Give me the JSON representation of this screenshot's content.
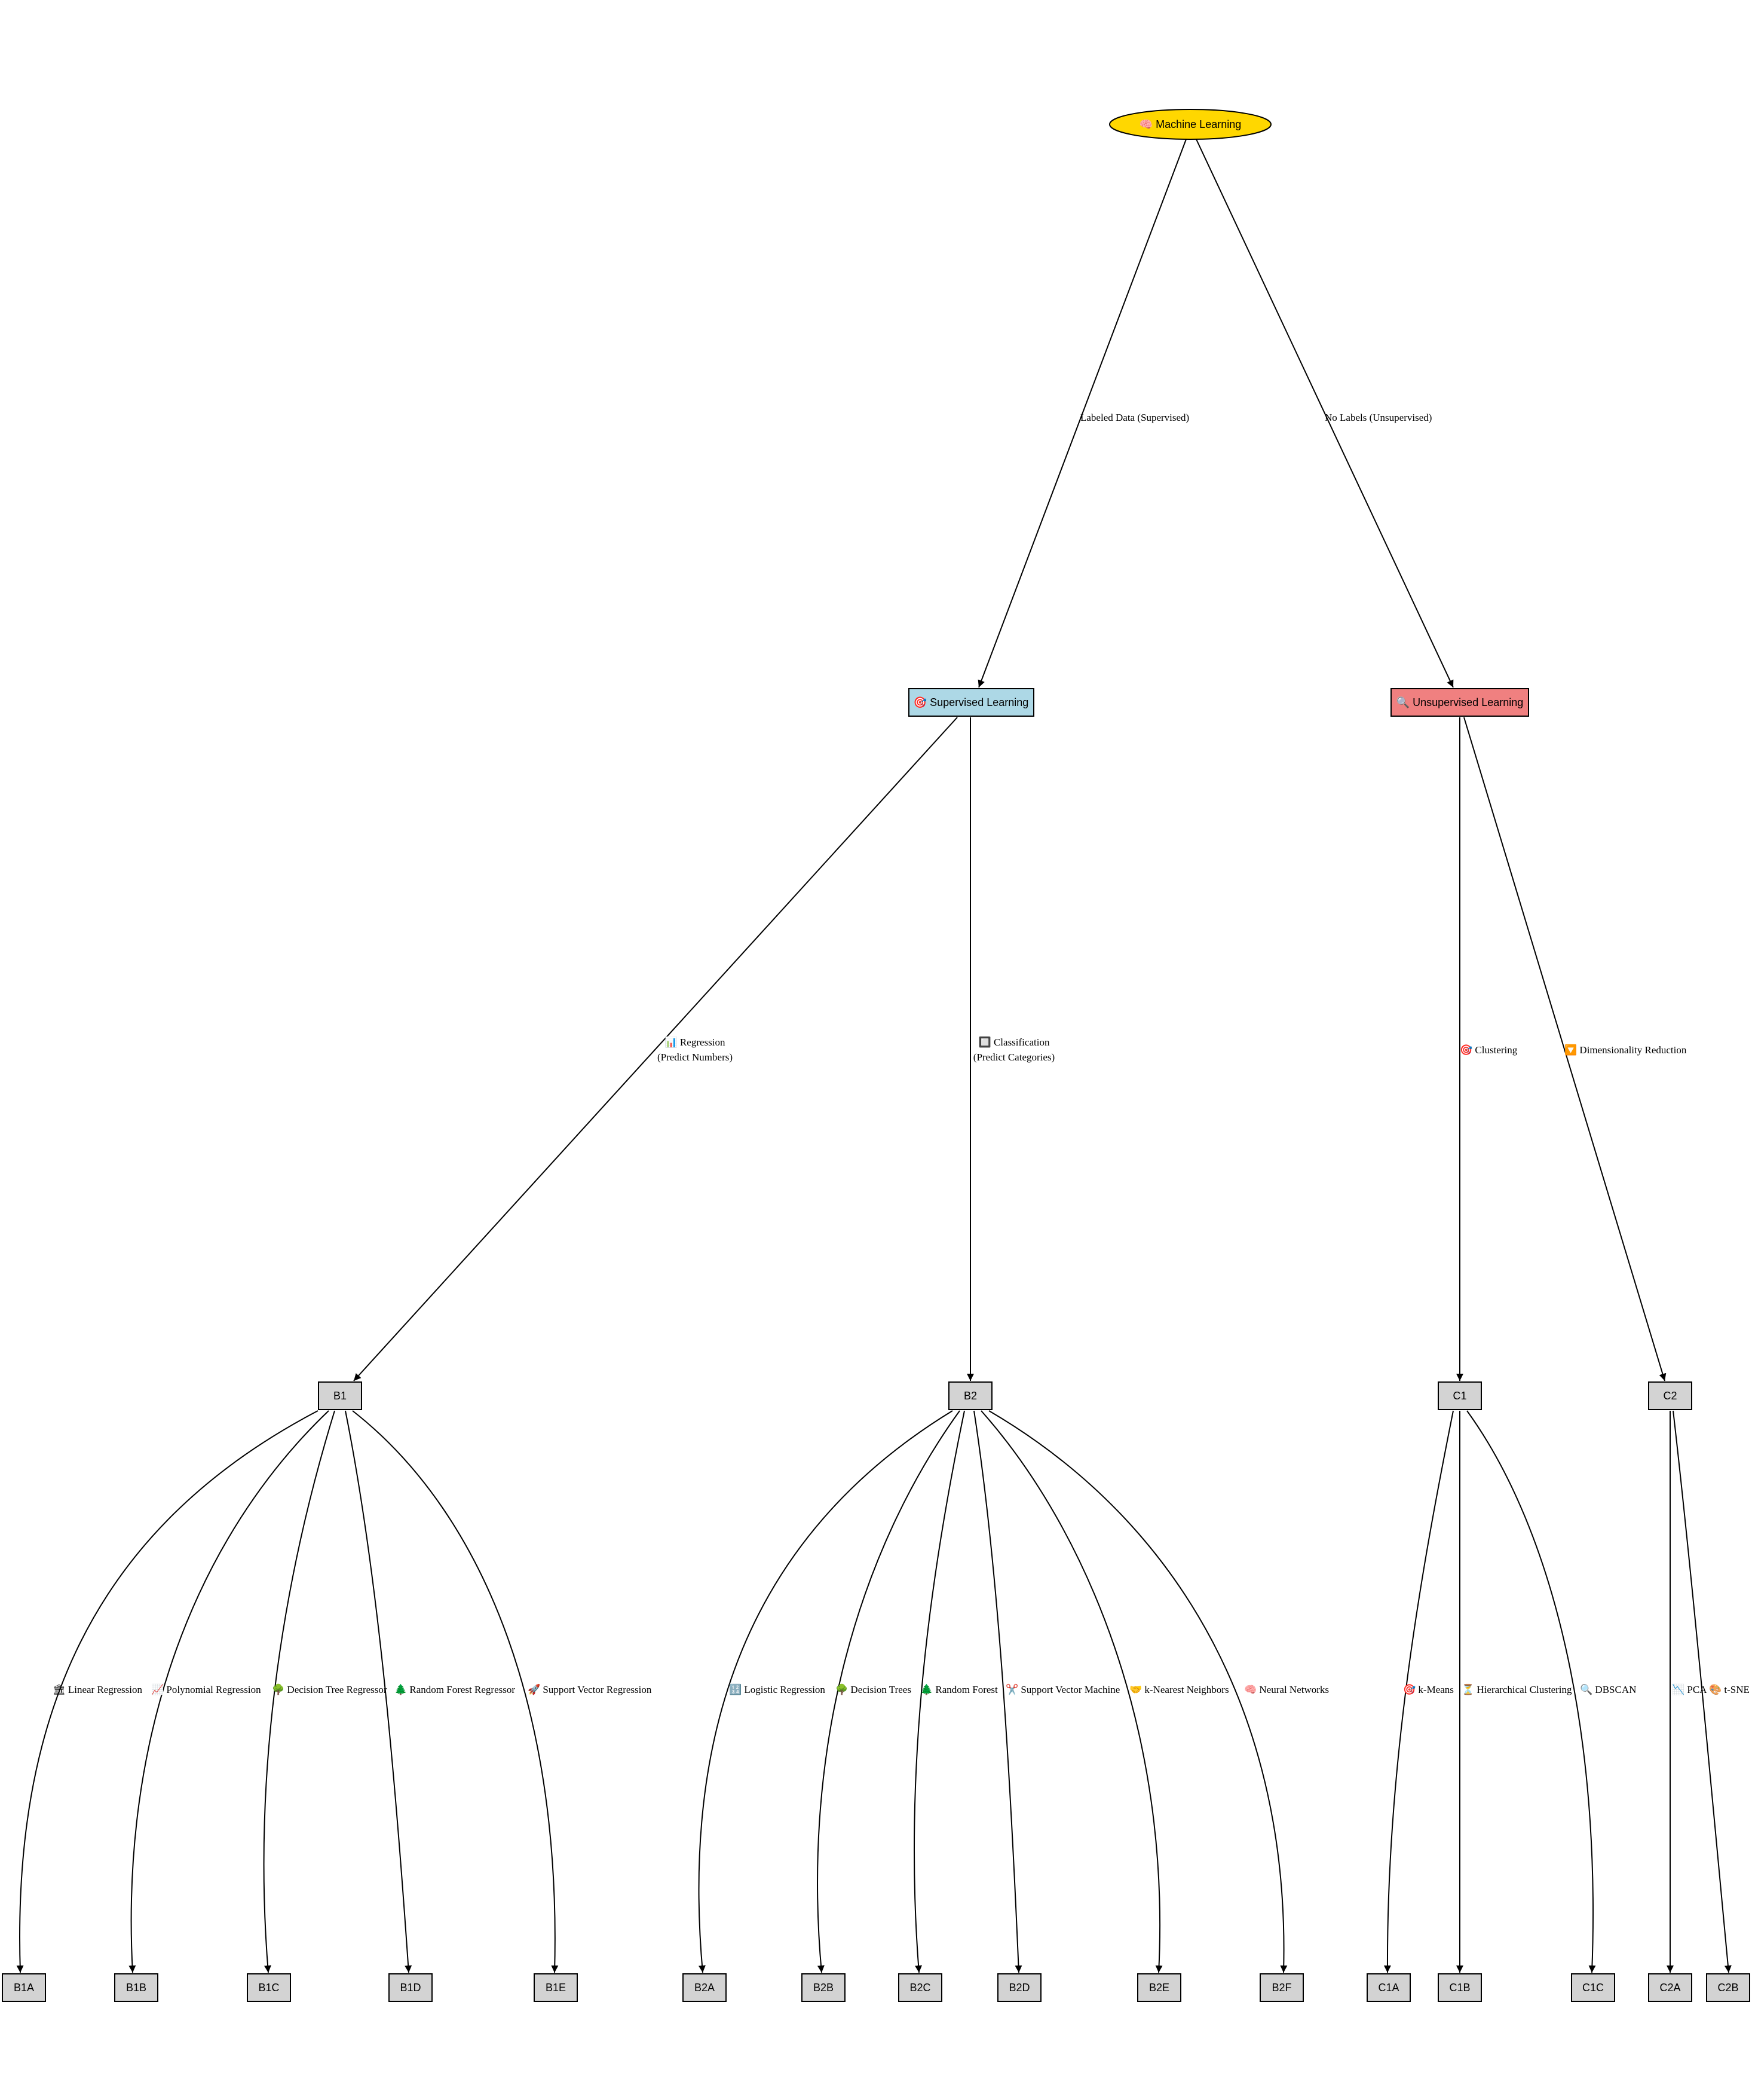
{
  "colors": {
    "root_fill": "#FFD700",
    "supervised_fill": "#ADD8E6",
    "unsupervised_fill": "#F08080",
    "leaf_fill": "#D3D3D3",
    "stroke": "#000000"
  },
  "nodes": {
    "root": {
      "label": "🧠 Machine Learning",
      "icon": "brain-icon"
    },
    "supervised": {
      "label": "🎯 Supervised Learning",
      "icon": "target-icon"
    },
    "unsupervised": {
      "label": "🔍 Unsupervised Learning",
      "icon": "magnifier-icon"
    },
    "B1": {
      "label": "B1"
    },
    "B2": {
      "label": "B2"
    },
    "C1": {
      "label": "C1"
    },
    "C2": {
      "label": "C2"
    },
    "B1A": {
      "label": "B1A"
    },
    "B1B": {
      "label": "B1B"
    },
    "B1C": {
      "label": "B1C"
    },
    "B1D": {
      "label": "B1D"
    },
    "B1E": {
      "label": "B1E"
    },
    "B2A": {
      "label": "B2A"
    },
    "B2B": {
      "label": "B2B"
    },
    "B2C": {
      "label": "B2C"
    },
    "B2D": {
      "label": "B2D"
    },
    "B2E": {
      "label": "B2E"
    },
    "B2F": {
      "label": "B2F"
    },
    "C1A": {
      "label": "C1A"
    },
    "C1B": {
      "label": "C1B"
    },
    "C1C": {
      "label": "C1C"
    },
    "C2A": {
      "label": "C2A"
    },
    "C2B": {
      "label": "C2B"
    }
  },
  "edges": {
    "root_supervised": {
      "label": "Labeled Data (Supervised)"
    },
    "root_unsupervised": {
      "label": "No Labels (Unsupervised)"
    },
    "sup_B1": {
      "line1": "📊 Regression",
      "line2": "(Predict Numbers)"
    },
    "sup_B2": {
      "line1": "🔲 Classification",
      "line2": "(Predict Categories)"
    },
    "unsup_C1": {
      "label": "🎯 Clustering"
    },
    "unsup_C2": {
      "label": "🔽 Dimensionality Reduction"
    },
    "B1_B1A": {
      "label": "🏛 Linear Regression"
    },
    "B1_B1B": {
      "label": "📈 Polynomial Regression"
    },
    "B1_B1C": {
      "label": "🌳 Decision Tree Regressor"
    },
    "B1_B1D": {
      "label": "🌲 Random Forest Regressor"
    },
    "B1_B1E": {
      "label": "🚀 Support Vector Regression"
    },
    "B2_B2A": {
      "label": "🔢 Logistic Regression"
    },
    "B2_B2B": {
      "label": "🌳 Decision Trees"
    },
    "B2_B2C": {
      "label": "🌲 Random Forest"
    },
    "B2_B2D": {
      "label": "✂️ Support Vector Machine"
    },
    "B2_B2E": {
      "label": "🤝 k-Nearest Neighbors"
    },
    "B2_B2F": {
      "label": "🧠 Neural Networks"
    },
    "C1_C1A": {
      "label": "🎯 k-Means"
    },
    "C1_C1B": {
      "label": "⏳ Hierarchical Clustering"
    },
    "C1_C1C": {
      "label": "🔍 DBSCAN"
    },
    "C2_C2A": {
      "label": "📉 PCA"
    },
    "C2_C2B": {
      "label": "🎨 t-SNE"
    }
  }
}
